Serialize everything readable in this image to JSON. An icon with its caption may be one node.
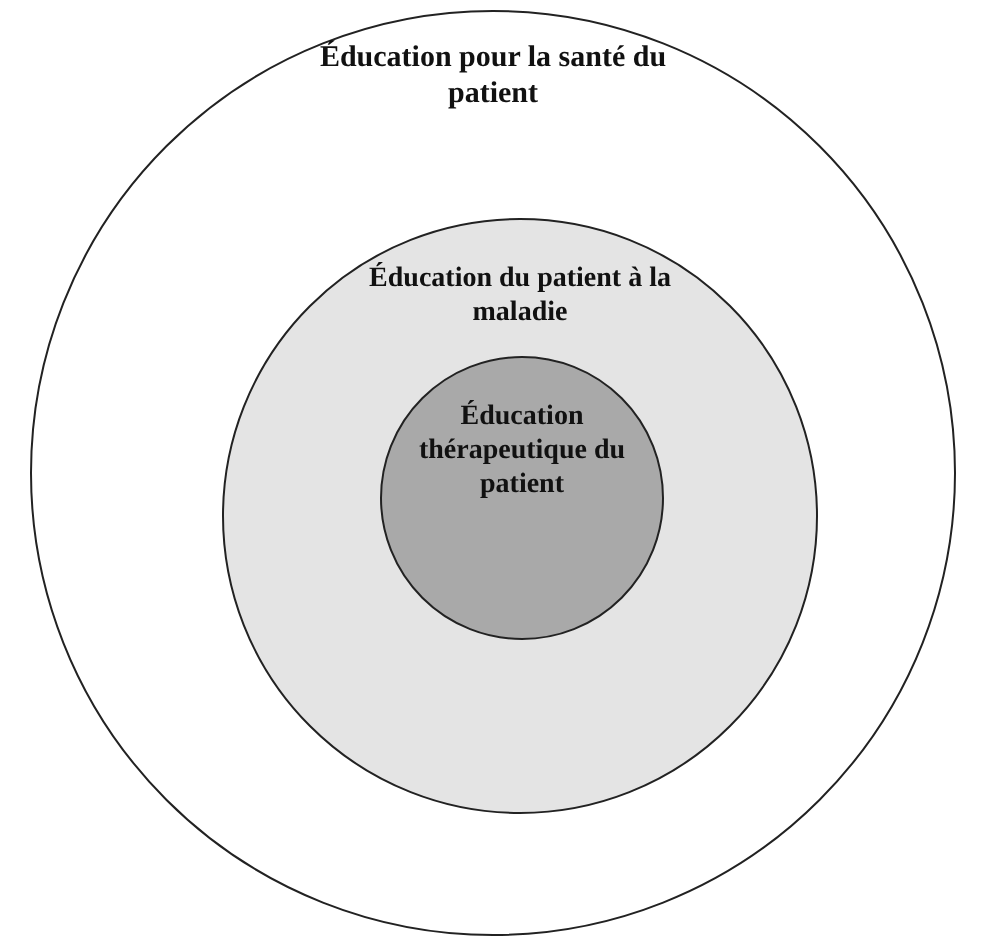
{
  "diagram": {
    "nodes": [
      {
        "text": [
          "Éducation pour la santé du patient"
        ]
      },
      {
        "text": [
          "Éducation du patient à la maladie"
        ],
        "in": 0
      },
      {
        "text": [
          "Éducation thérapeutique du patient"
        ],
        "in": 1
      }
    ]
  }
}
